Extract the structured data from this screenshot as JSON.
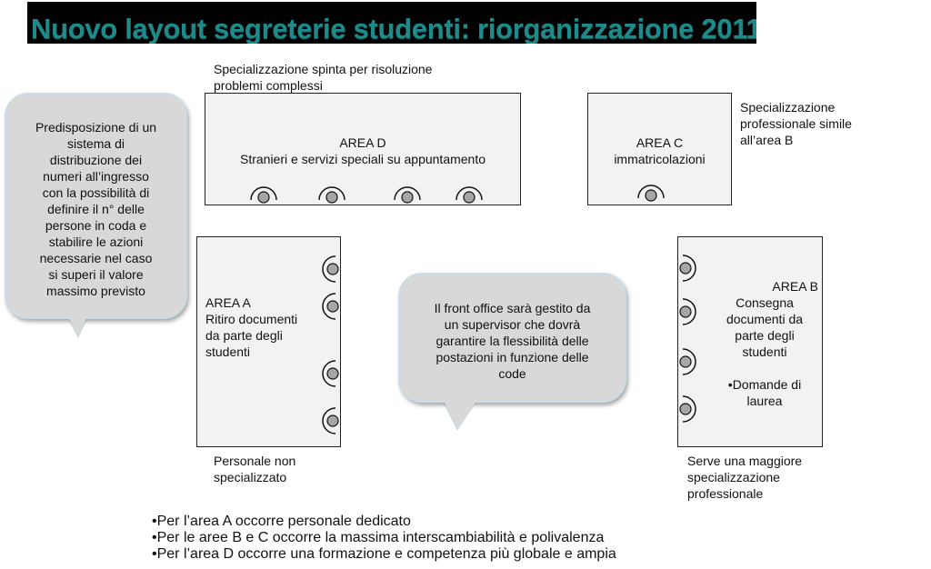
{
  "title": "Nuovo layout segreterie studenti: riorganizzazione 2011",
  "notes": {
    "top_left": [
      "Specializzazione spinta per risoluzione",
      "problemi complessi"
    ],
    "top_right": [
      "Specializzazione",
      "professionale simile",
      "all’area B"
    ],
    "bottom_left": [
      "Personale non",
      "specializzato"
    ],
    "bottom_right": [
      "Serve una maggiore",
      "specializzazione",
      "professionale"
    ]
  },
  "areas": {
    "d": {
      "name": "AREA D",
      "desc": "Stranieri e servizi speciali su appuntamento"
    },
    "c": {
      "name": "AREA C",
      "desc": "immatricolazioni"
    },
    "a": {
      "lines": [
        "AREA A",
        "Ritiro documenti",
        "da parte degli",
        "studenti"
      ]
    },
    "b": {
      "lines": [
        "AREA B",
        "Consegna",
        "documenti da",
        "parte degli",
        "studenti",
        "•Domande di",
        "laurea"
      ]
    }
  },
  "callouts": {
    "left": [
      "Predisposizione di un",
      "sistema di",
      "distribuzione dei",
      "numeri all’ingresso",
      "con la possibilità di",
      "definire il n°  delle",
      "persone in coda e",
      "stabilire le azioni",
      "necessarie nel caso",
      "si superi il valore",
      "massimo previsto"
    ],
    "center": [
      "Il front office sarà gestito da",
      "un supervisor che dovrà",
      "garantire la flessibilità delle",
      "postazioni in funzione delle",
      "code"
    ]
  },
  "bullets": [
    "•Per l’area A occorre personale dedicato",
    "•Per le aree B e C occorre la massima interscambiabilità e polivalenza",
    "•Per l’area D occorre una formazione e competenza più globale e ampia"
  ]
}
